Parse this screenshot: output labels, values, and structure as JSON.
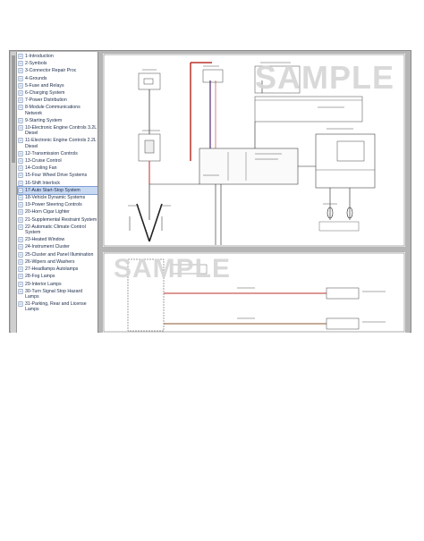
{
  "watermark": "SAMPLE",
  "toc": {
    "active_index": 16,
    "items": [
      "1-Introduction",
      "2-Symbols",
      "3-Connector Repair Proc",
      "4-Grounds",
      "5-Fuse and Relays",
      "6-Charging System",
      "7-Power Distribution",
      "8-Module Communications Network",
      "9-Starting System",
      "10-Electronic Engine Controls 3.2L Diesel",
      "11-Electronic Engine Controls 2.2L Diesel",
      "12-Transmission Controls",
      "13-Cruise Control",
      "14-Cooling Fan",
      "15-Four Wheel Drive Systems",
      "16-Shift Interlock",
      "17-Auto Start-Stop System",
      "18-Vehicle Dynamic Systems",
      "19-Power Steering Controls",
      "20-Horn Cigar Lighter",
      "21-Supplemental Restraint System",
      "22-Automatic Climate Control System",
      "23-Heated Window",
      "24-Instrument Cluster",
      "25-Cluster and Panel Illumination",
      "26-Wipers and Washers",
      "27-Headlamps Autolamps",
      "28-Fog Lamps",
      "29-Interior Lamps",
      "30-Turn Signal Stop Hazard Lamps",
      "31-Parking, Rear and License Lamps"
    ]
  },
  "colors": {
    "wire_red": "#b8322a",
    "wire_purple": "#6a4a8c",
    "wire_brown": "#8a5a2c",
    "wire_black": "#222222",
    "active_item": "#c9d9f2"
  }
}
